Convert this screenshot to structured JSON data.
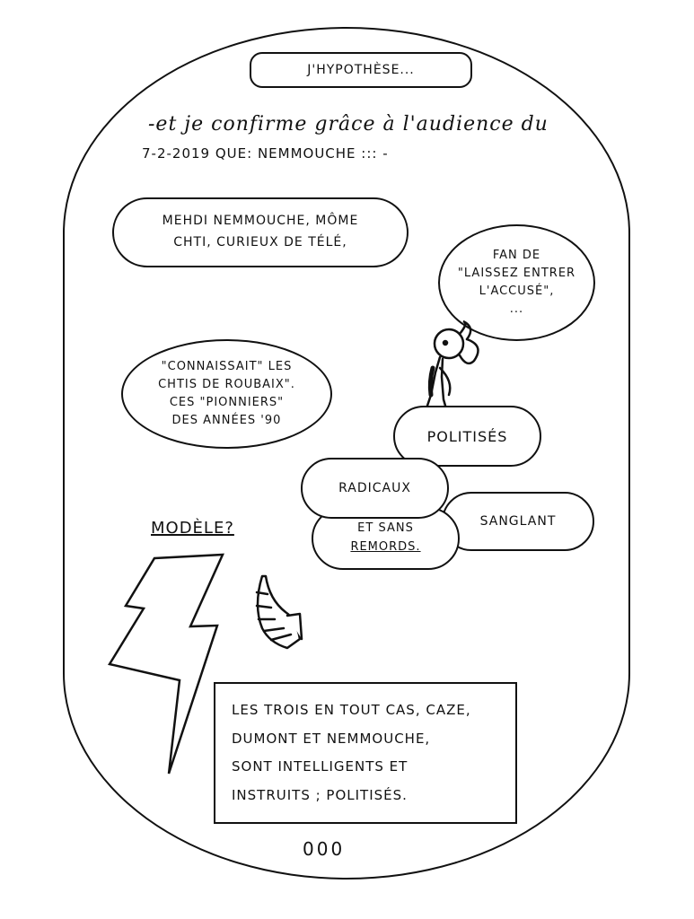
{
  "title_box": "J'HYPOTHÈSE...",
  "intro": {
    "line1": "-et je confirme grâce à l'audience du",
    "line2": "7-2-2019 QUE: NEMMOUCHE ::: -"
  },
  "bubble_mehdi": {
    "line1": "MEHDI NEMMOUCHE, MÔME",
    "line2": "CHTI, CURIEUX DE TÉLÉ,"
  },
  "bubble_fan": {
    "line1": "FAN DE",
    "line2": "\"LAISSEZ ENTRER",
    "line3": "L'ACCUSÉ\",",
    "line4": "..."
  },
  "bubble_connaissait": {
    "line1": "\"CONNAISSAIT\" LES",
    "line2": "CHTIS DE ROUBAIX\".",
    "line3": "CES \"PIONNIERS\"",
    "line4": "DES ANNÉES '90"
  },
  "stack": {
    "politises": "POLITISÉS",
    "radicaux": "RADICAUX",
    "sanglant": "SANGLANT",
    "sans_remords_1": "ET SANS",
    "sans_remords_2": "REMORDS."
  },
  "modele_label": "MODÈLE?",
  "bottom_box": {
    "line1": "LES TROIS EN TOUT CAS, CAZE,",
    "line2": "DUMONT ET NEMMOUCHE,",
    "line3": "SONT INTELLIGENTS ET",
    "line4": "INSTRUITS ; POLITISÉS."
  },
  "footer_mark": "000",
  "colors": {
    "ink": "#111111",
    "paper": "#ffffff"
  },
  "icons": [
    "lightning-bolt-icon",
    "horn-icon",
    "little-devil-figure-icon"
  ]
}
